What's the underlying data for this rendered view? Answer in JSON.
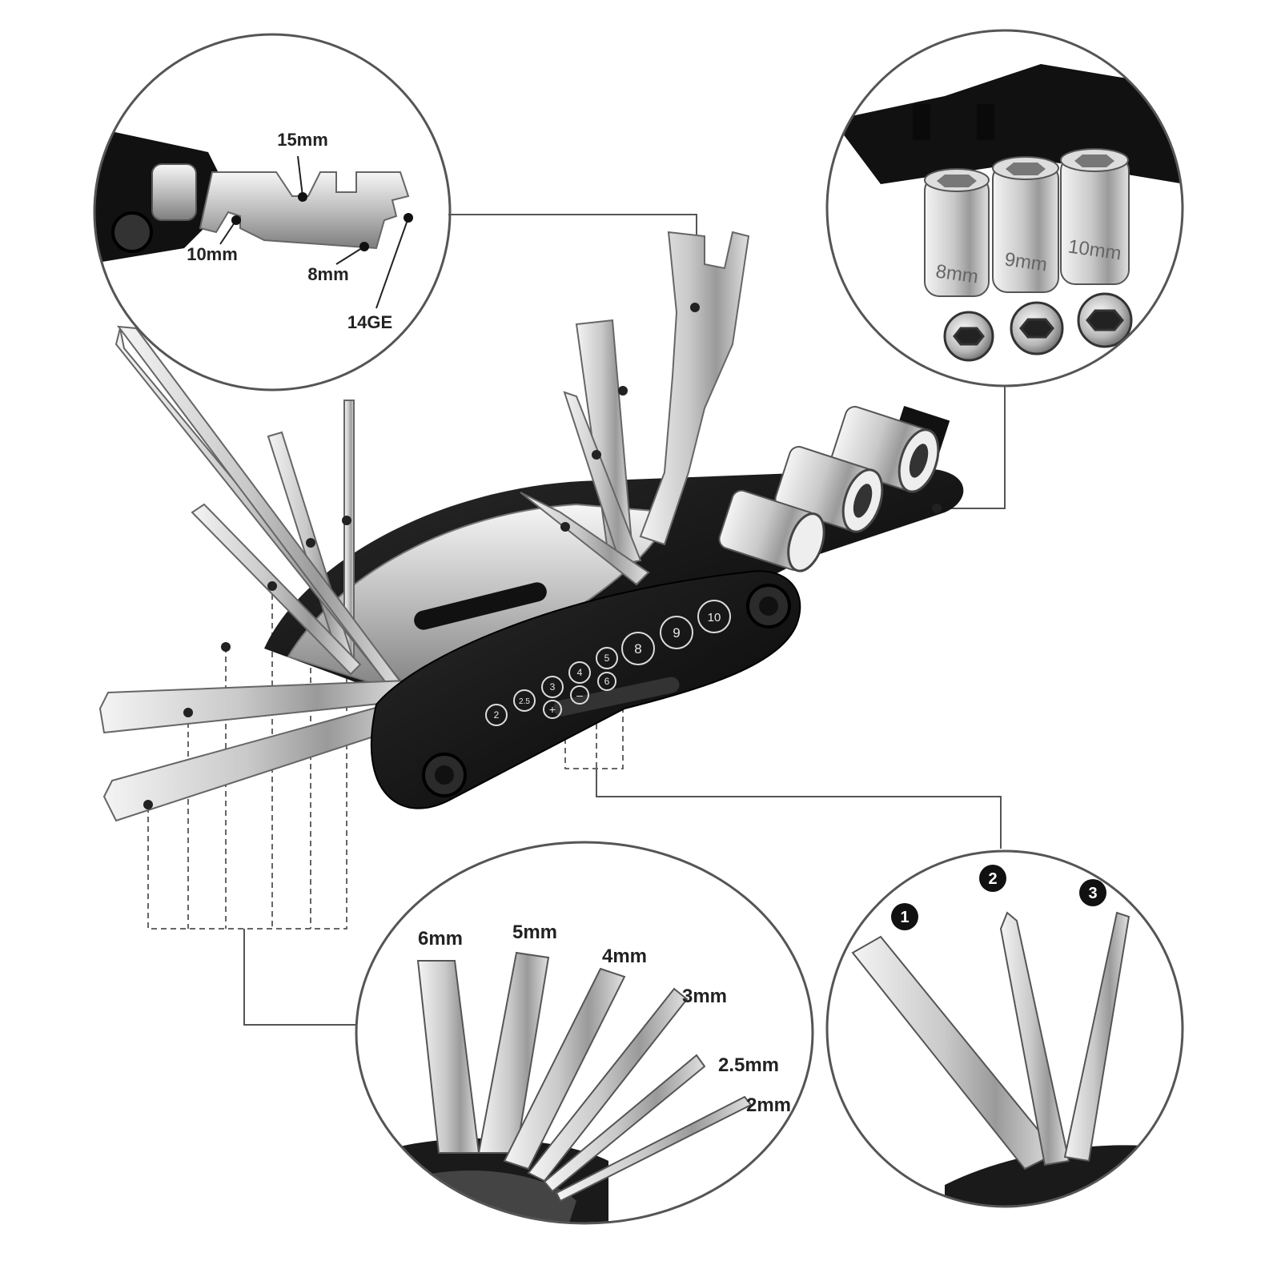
{
  "wrench_callout": {
    "labels": [
      "15mm",
      "10mm",
      "8mm",
      "14GE"
    ]
  },
  "hex_key_callout": {
    "labels": [
      "6mm",
      "5mm",
      "4mm",
      "3mm",
      "2.5mm",
      "2mm"
    ]
  },
  "screwdriver_callout": {
    "markers": [
      "1",
      "2",
      "3"
    ]
  },
  "socket_callout": {
    "sockets": [
      "8mm",
      "9mm",
      "10mm"
    ]
  },
  "tool_body": {
    "size_marks": [
      "2",
      "2.5",
      "3",
      "4",
      "5",
      "6",
      "8",
      "9",
      "10",
      "+",
      "–"
    ]
  },
  "colors": {
    "steel_light": "#e9e9e9",
    "steel_dark": "#8a8a8a",
    "body_black": "#141414",
    "line_gray": "#555555"
  }
}
